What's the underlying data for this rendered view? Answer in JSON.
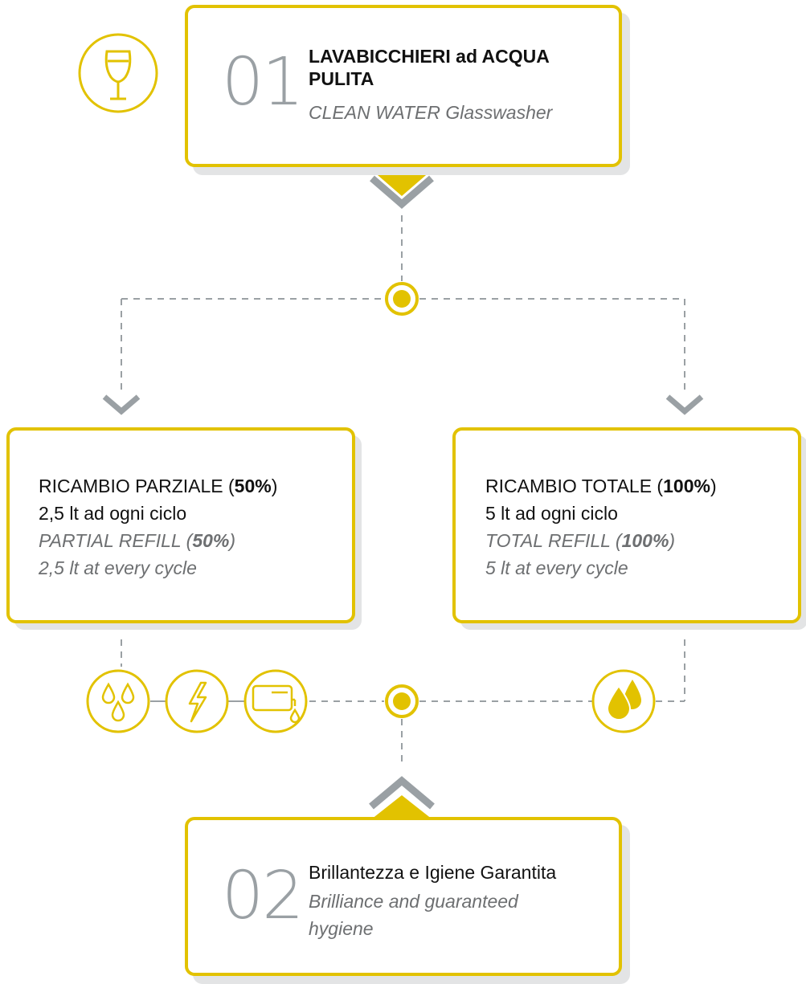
{
  "step1": {
    "number": "01",
    "title": "LAVABICCHIERI ad ACQUA PULITA",
    "subtitle": "CLEAN WATER Glasswasher"
  },
  "partial": {
    "line1_prefix": "RICAMBIO PARZIALE (",
    "line1_pct": "50%",
    "line1_suffix": ")",
    "line2": "2,5 lt ad ogni ciclo",
    "line3_prefix": "PARTIAL REFILL (",
    "line3_pct": "50%",
    "line3_suffix": ")",
    "line4": "2,5 lt at every cycle"
  },
  "total": {
    "line1_prefix": "RICAMBIO TOTALE (",
    "line1_pct": "100%",
    "line1_suffix": ")",
    "line2": "5 lt ad ogni ciclo",
    "line3_prefix": "TOTAL REFILL (",
    "line3_pct": "100%",
    "line3_suffix": ")",
    "line4": "5 lt at every cycle"
  },
  "step2": {
    "number": "02",
    "title": "Brillantezza e Igiene Garantita",
    "subtitle": "Brilliance and guaranteed hygiene"
  },
  "icons": [
    "wine-glass-icon",
    "water-drops-icon",
    "lightning-icon",
    "dishwasher-rinse-icon",
    "double-drop-icon"
  ],
  "colors": {
    "accent": "#e2c200",
    "connector": "#9aa0a4",
    "text": "#111111",
    "muted": "#6d6f71"
  }
}
